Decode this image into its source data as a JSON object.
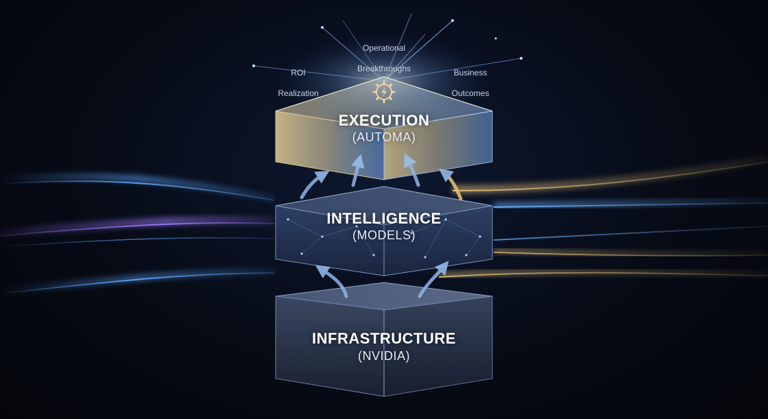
{
  "outcomes": [
    {
      "line1": "ROI",
      "line2": "Realization"
    },
    {
      "line1": "Operational",
      "line2": "Breakthroughs"
    },
    {
      "line1": "Business",
      "line2": "Outcomes"
    }
  ],
  "layers": {
    "execution": {
      "title": "EXECUTION",
      "subtitle": "(AUTOMA)"
    },
    "intelligence": {
      "title": "INTELLIGENCE",
      "subtitle": "(MODELS)"
    },
    "infrastructure": {
      "title": "INFRASTRUCTURE",
      "subtitle": "(NVIDIA)"
    }
  },
  "icons": {
    "execution": "gear-bolt-icon"
  },
  "colors": {
    "background": "#05080f",
    "gold": "#e8c27a",
    "blue": "#5fa8ff",
    "purple": "#a07cff",
    "arrow": "#8fb4e8"
  }
}
